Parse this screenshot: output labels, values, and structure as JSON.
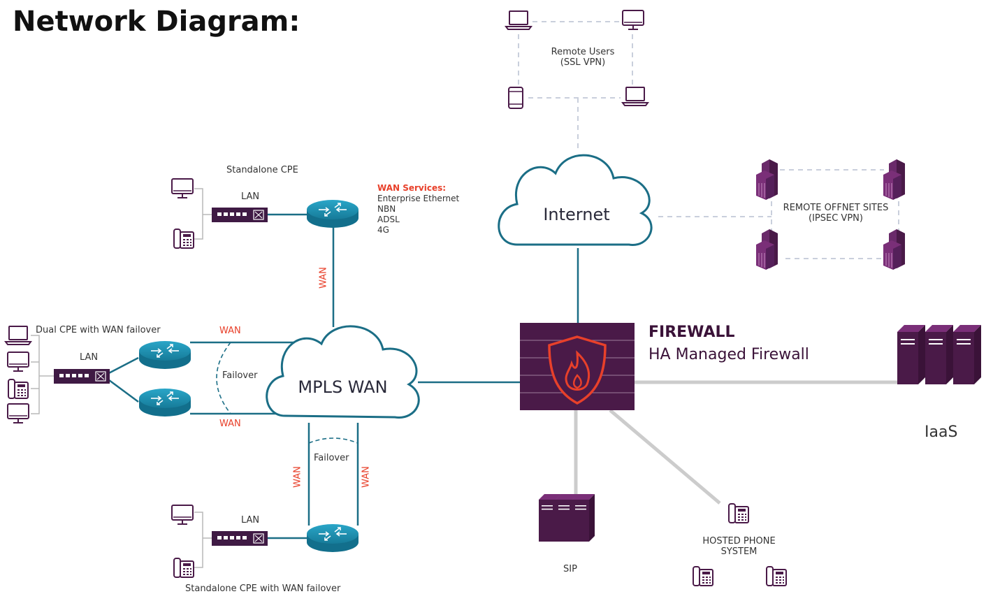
{
  "title": "Network Diagram:",
  "remote_users": {
    "line1": "Remote Users",
    "line2": "(SSL VPN)"
  },
  "internet": "Internet",
  "offnet": {
    "line1": "REMOTE OFFNET SITES",
    "line2": "(IPSEC VPN)"
  },
  "standalone_cpe": "Standalone CPE",
  "lan": "LAN",
  "wan": "WAN",
  "failover": "Failover",
  "wan_services": {
    "heading": "WAN Services:",
    "items": [
      "Enterprise Ethernet",
      "NBN",
      "ADSL",
      "4G"
    ]
  },
  "dual_cpe": "Dual CPE with WAN failover",
  "mpls": "MPLS WAN",
  "firewall": {
    "title": "FIREWALL",
    "subtitle": "HA Managed Firewall"
  },
  "iaas": "IaaS",
  "sip": "SIP",
  "hosted_phone": {
    "line1": "HOSTED PHONE",
    "line2": "SYSTEM"
  },
  "standalone_failover": "Standalone CPE with WAN failover",
  "colors": {
    "teal": "#1b6e86",
    "router": "#1d8fb0",
    "purple": "#4a1a48",
    "red": "#e8402a",
    "gray": "#cccccc",
    "dash": "#c9cfdc"
  }
}
